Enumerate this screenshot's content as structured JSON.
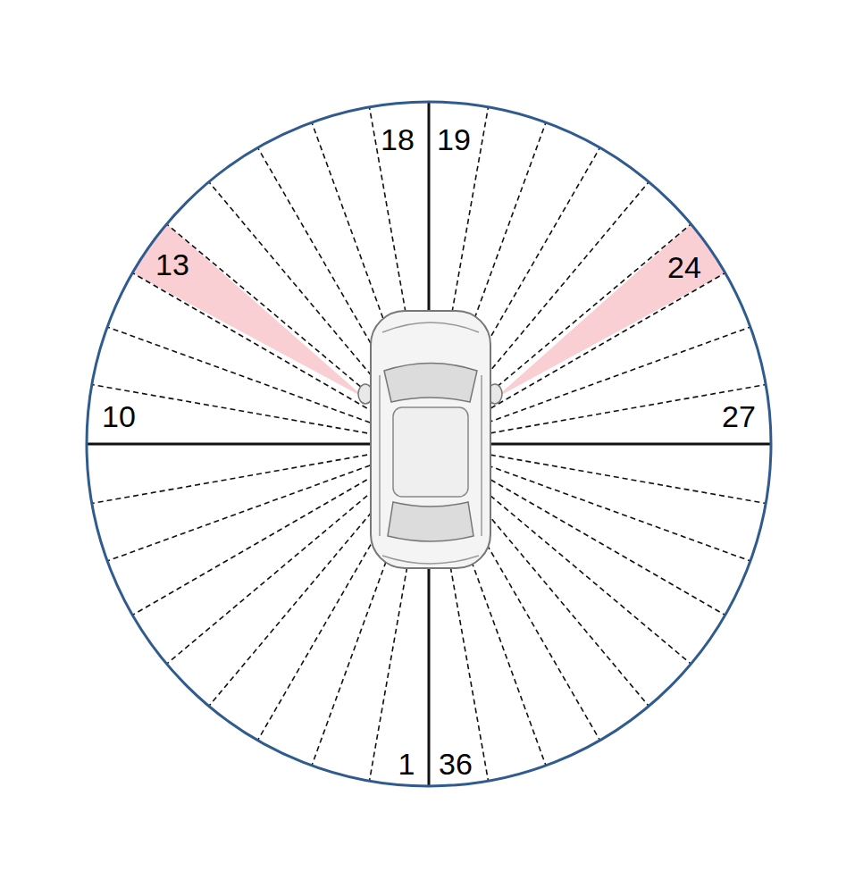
{
  "diagram": {
    "labels": [
      "18",
      "19",
      "13",
      "24",
      "10",
      "27",
      "1",
      "36"
    ]
  }
}
